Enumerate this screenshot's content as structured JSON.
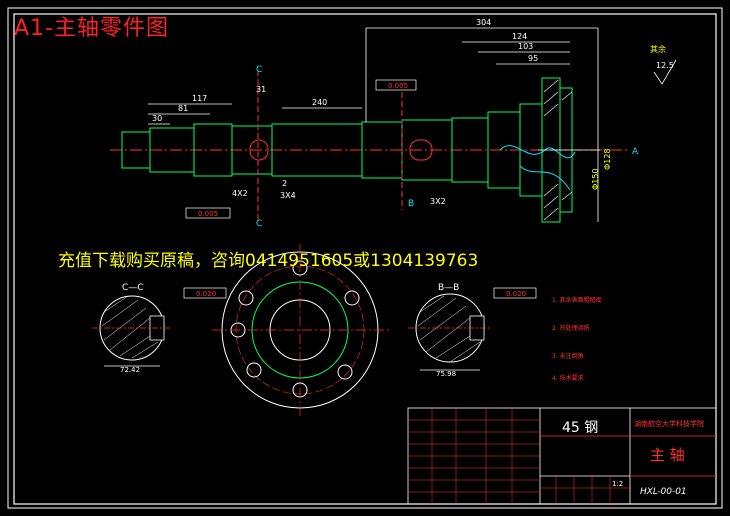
{
  "title": "A1-主轴零件图",
  "ad_text": "充值下载购买原稿，咨询0414951605或1304139763",
  "dims": {
    "d304": "304",
    "d124": "124",
    "d103": "103",
    "d95": "95",
    "d117": "117",
    "d81": "81",
    "d30": "30",
    "d240": "240",
    "d31": "31",
    "d2": "2",
    "d4x2": "4X2",
    "d3x2": "3X2",
    "d3x4": "3X4",
    "d72_42": "72.42",
    "d75_98": "75.98",
    "tol1": "0.005",
    "tol2": "0.005",
    "tol3": "0.020",
    "tol4": "0.020"
  },
  "labels": {
    "sec_c": "C—C",
    "sec_b": "B—B",
    "mark_c": "C",
    "mark_b": "B",
    "mark_a": "A",
    "rough_label": "其余",
    "rough_value": "12.5",
    "dia_150": "Φ150",
    "dia_128": "Φ128"
  },
  "notes": [
    "1. 其余表面粗糙度",
    "2. 热处理调质",
    "3. 未注倒角",
    "4. 技术要求"
  ],
  "title_block": {
    "material": "45 钢",
    "school": "湖南航空大学科技学院",
    "part_name": "主 轴",
    "drawing_no": "HXL-00-01",
    "scale": "1:2"
  }
}
